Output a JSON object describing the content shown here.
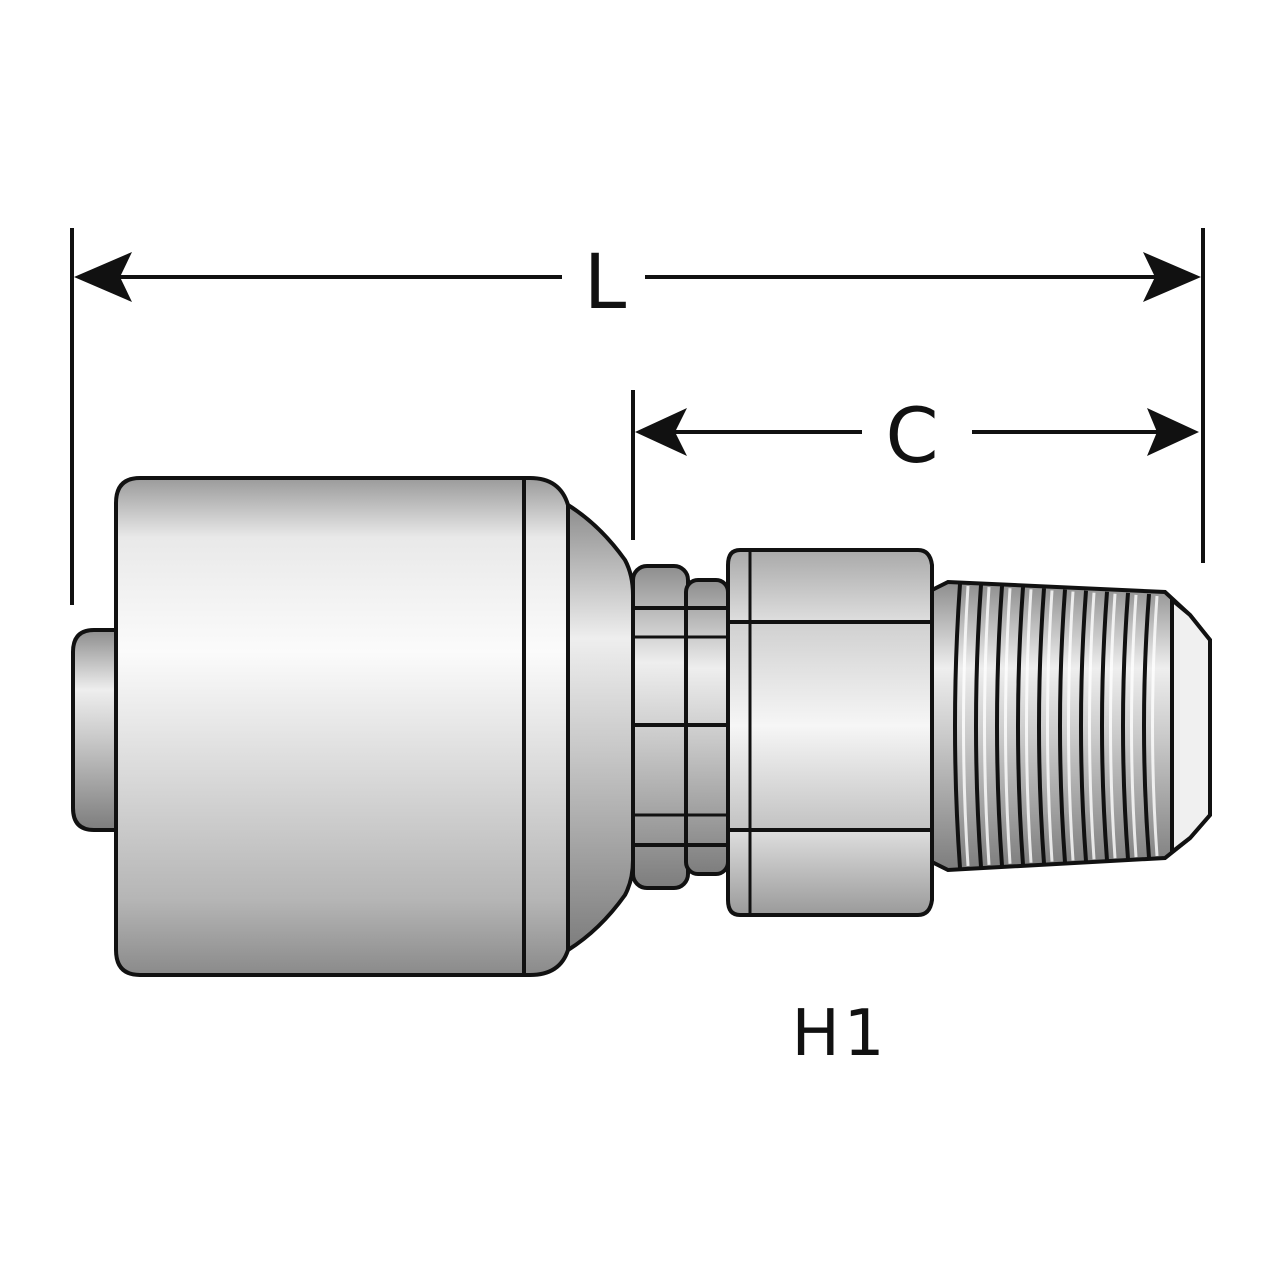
{
  "diagram": {
    "dimension_L": {
      "label": "L"
    },
    "dimension_C": {
      "label": "C"
    },
    "hex_callout": {
      "label": "H1"
    }
  },
  "colors": {
    "outline": "#111111",
    "metal_light": "#f4f4f4",
    "metal_mid": "#cfcfcf",
    "metal_dark": "#8c8c8c",
    "background": "#ffffff"
  }
}
